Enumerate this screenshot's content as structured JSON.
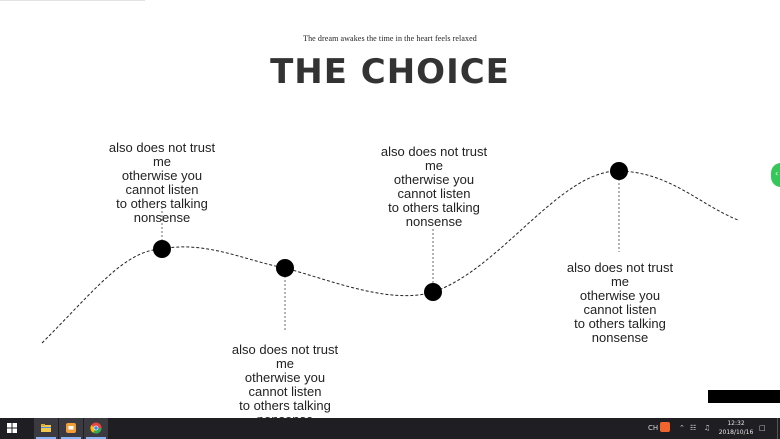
{
  "slide": {
    "subtitle": "The dream awakes the time   in the heart feels relaxed",
    "title": "THE CHOICE"
  },
  "timeline": {
    "points": [
      {
        "lines": [
          "also does not trust",
          "me",
          "otherwise you",
          "cannot listen",
          "to others talking",
          "nonsense"
        ]
      },
      {
        "lines": [
          "also does not trust",
          "me",
          "otherwise you",
          "cannot listen",
          "to others talking",
          "nonsense"
        ]
      },
      {
        "lines": [
          "also does not trust",
          "me",
          "otherwise you",
          "cannot listen",
          "to others talking",
          "nonsense"
        ]
      },
      {
        "lines": [
          "also does not trust",
          "me",
          "otherwise you",
          "cannot listen",
          "to others talking",
          "nonsense"
        ]
      }
    ]
  },
  "taskbar": {
    "apps": [
      {
        "icon": "file-explorer-icon",
        "color": "#f2c94c"
      },
      {
        "icon": "presentation-app-icon",
        "color": "#f39c3a"
      },
      {
        "icon": "chrome-browser-icon",
        "color": "#e8453c"
      }
    ],
    "tray": {
      "ime": "CH",
      "time": "12:32",
      "date": "2018/10/16"
    }
  },
  "colors": {
    "title": "#333333",
    "dot": "#000000",
    "taskbar": "#1f1f23",
    "side_tab": "#34c759"
  }
}
